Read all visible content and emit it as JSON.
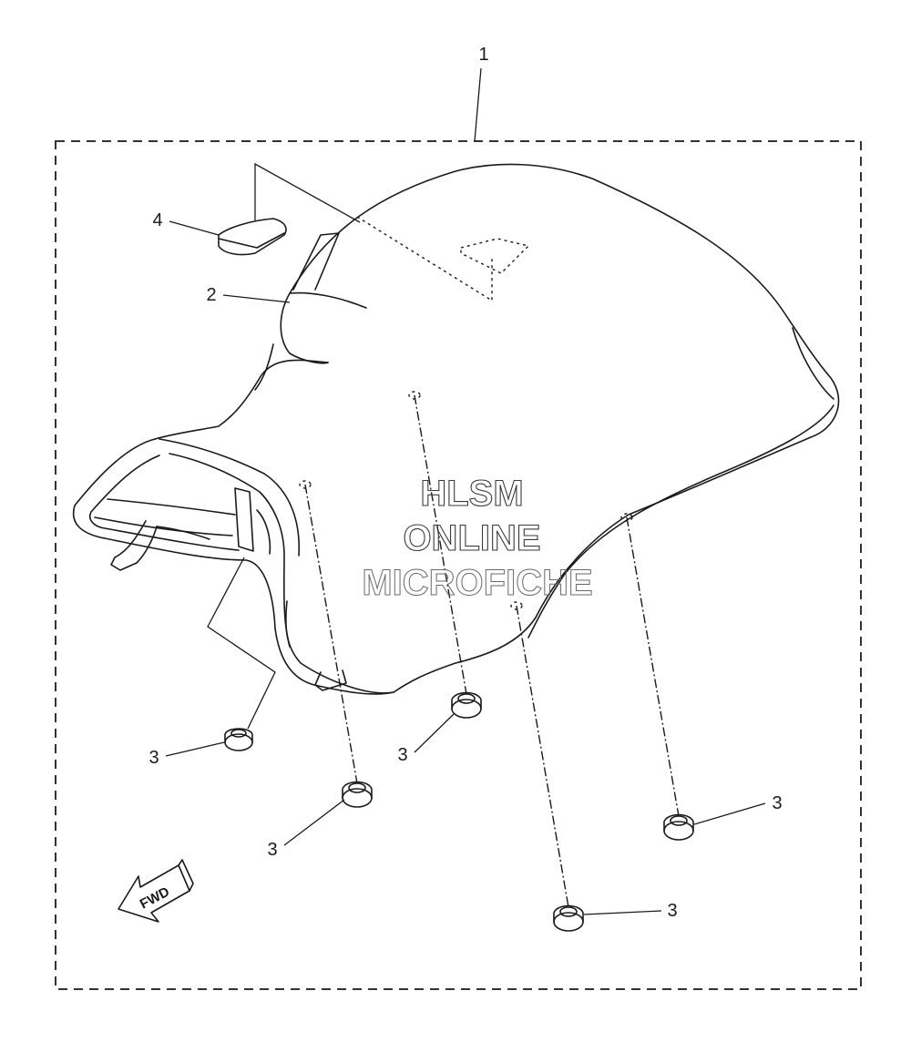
{
  "callouts": {
    "part_1": "1",
    "part_2": "2",
    "part_3_a": "3",
    "part_3_b": "3",
    "part_3_c": "3",
    "part_3_d": "3",
    "part_3_e": "3",
    "part_4": "4"
  },
  "watermark": {
    "line1": "HLSM",
    "line2": "ONLINE",
    "line3": "MICROFICHE"
  },
  "direction_arrow": {
    "label": "FWD",
    "icon": "fwd-arrow-icon"
  }
}
